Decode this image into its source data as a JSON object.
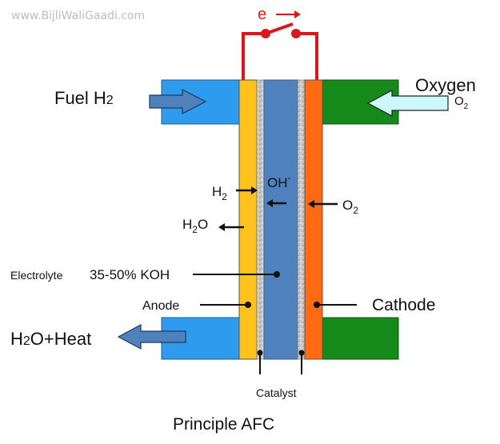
{
  "watermark": "www.BijliWaliGaadi.com",
  "electron_label": "e",
  "caption": "Principle AFC",
  "labels": {
    "fuel": "Fuel H",
    "fuel_sub": "2",
    "oxygen": "Oxygen",
    "oxygen_formula": "O",
    "oxygen_formula_sub": "2",
    "water_heat_1": "H",
    "water_heat_sub": "2",
    "water_heat_2": "O+Heat",
    "h2_in": "H",
    "h2_in_sub": "2",
    "hydroxide": "OH",
    "hydroxide_sup": "-",
    "o2_in": "O",
    "o2_in_sub": "2",
    "water_out": "H",
    "water_out_sub": "2",
    "water_out_2": "O",
    "electrolyte": "Electrolyte",
    "electrolyte_value": "35-50% KOH",
    "anode": "Anode",
    "cathode": "Cathode",
    "catalyst": "Catalyst"
  },
  "colors": {
    "left_block": "#2f9bef",
    "right_block": "#15891a",
    "anode_layer": "#ffc21c",
    "electrolyte": "#4f81bd",
    "cathode_layer": "#ff6a12",
    "circuit": "#d7191c",
    "arrow_fill_blue": "#4f81bd",
    "arrow_fill_pale": "#ccf7fb"
  }
}
